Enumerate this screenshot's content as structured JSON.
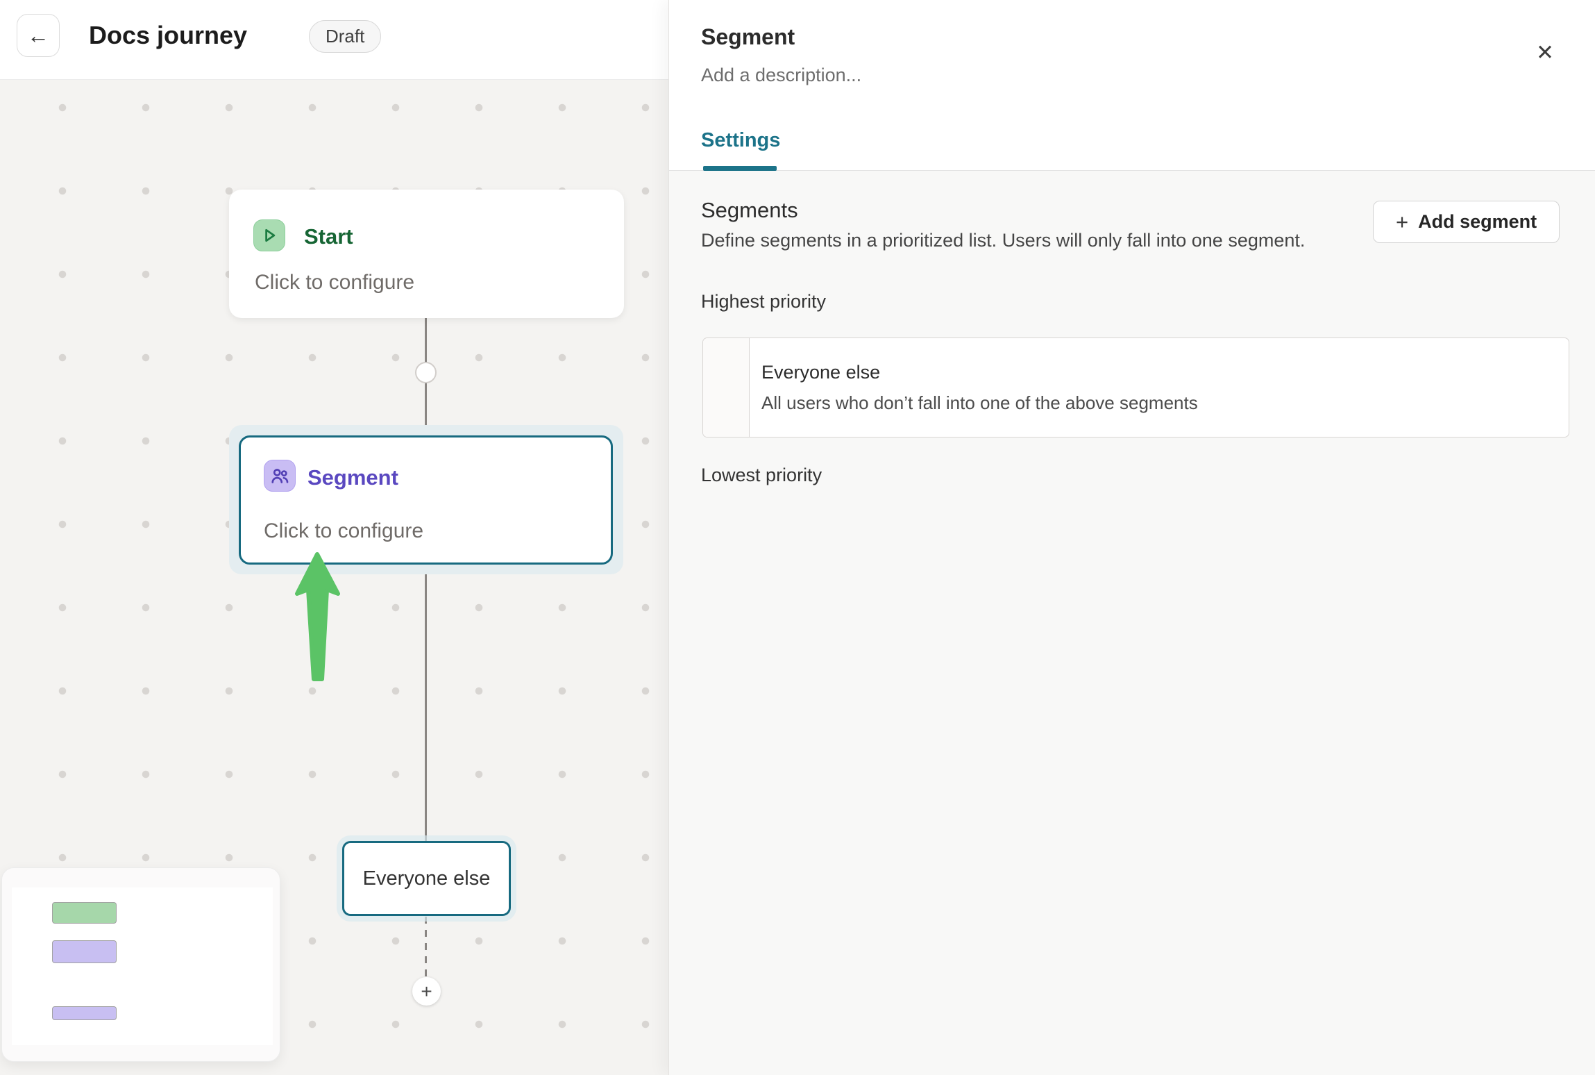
{
  "header": {
    "back_icon": "←",
    "title": "Docs journey",
    "status_badge": "Draft"
  },
  "canvas": {
    "start_node": {
      "title": "Start",
      "subtitle": "Click to configure"
    },
    "segment_node": {
      "title": "Segment",
      "subtitle": "Click to configure"
    },
    "everyone_else_node": {
      "label": "Everyone else"
    },
    "add_step_icon": "+",
    "colors": {
      "start_accent": "#166534",
      "start_icon_stroke": "#1c7c42",
      "segment_accent": "#5a48c0",
      "segment_icon_stroke": "#5240b5",
      "selection_teal": "#176a80",
      "arrow_green": "#5bc366",
      "minimap_bar_green": "#a6d7aa",
      "minimap_bar_purple": "#c8bff2"
    }
  },
  "panel": {
    "title": "Segment",
    "description_placeholder": "Add a description...",
    "close_icon": "✕",
    "accent": "#1c7389",
    "tabs": [
      {
        "label": "Settings",
        "active": true
      }
    ],
    "segments": {
      "heading": "Segments",
      "description": "Define segments in a prioritized list. Users will only fall into one segment.",
      "add_button_icon": "+",
      "add_button_label": "Add segment",
      "highest_priority_label": "Highest priority",
      "lowest_priority_label": "Lowest priority",
      "rows": [
        {
          "title": "Everyone else",
          "subtitle": "All users who don’t fall into one of the above segments"
        }
      ]
    }
  }
}
